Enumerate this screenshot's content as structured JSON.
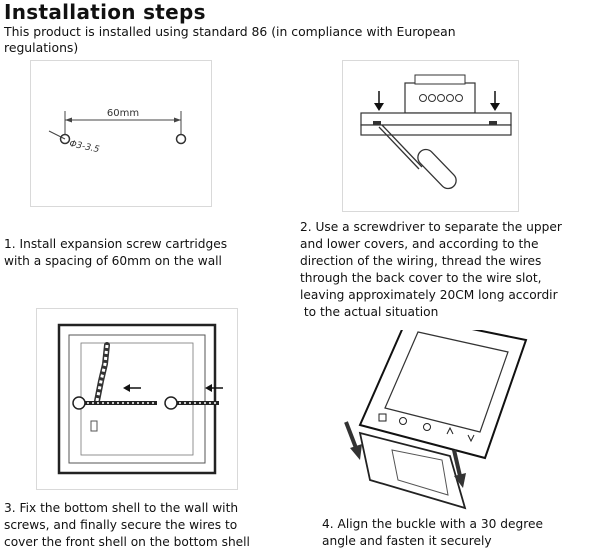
{
  "title": "Installation steps",
  "intro": {
    "line1": "This product is installed using standard 86 (in compliance with European",
    "line2": "regulations)"
  },
  "step1": {
    "dimension_label": "60mm",
    "hole_label": "Φ3-3.5",
    "caption": [
      "1. Install expansion screw cartridges",
      "with a spacing of 60mm on the wall"
    ]
  },
  "step2": {
    "caption": [
      "2. Use a screwdriver to separate the upper",
      "and lower covers, and according to the",
      "direction of the wiring, thread the wires",
      "through the back cover to the wire slot,",
      "leaving approximately 20CM long accordir",
      " to the actual situation"
    ]
  },
  "step3": {
    "caption": [
      "3. Fix the bottom shell to the wall with",
      "screws, and finally secure the wires to",
      "cover the front shell on the bottom shell"
    ]
  },
  "step4": {
    "caption": [
      "4. Align the buckle with a 30 degree",
      "angle and fasten it securely"
    ]
  }
}
